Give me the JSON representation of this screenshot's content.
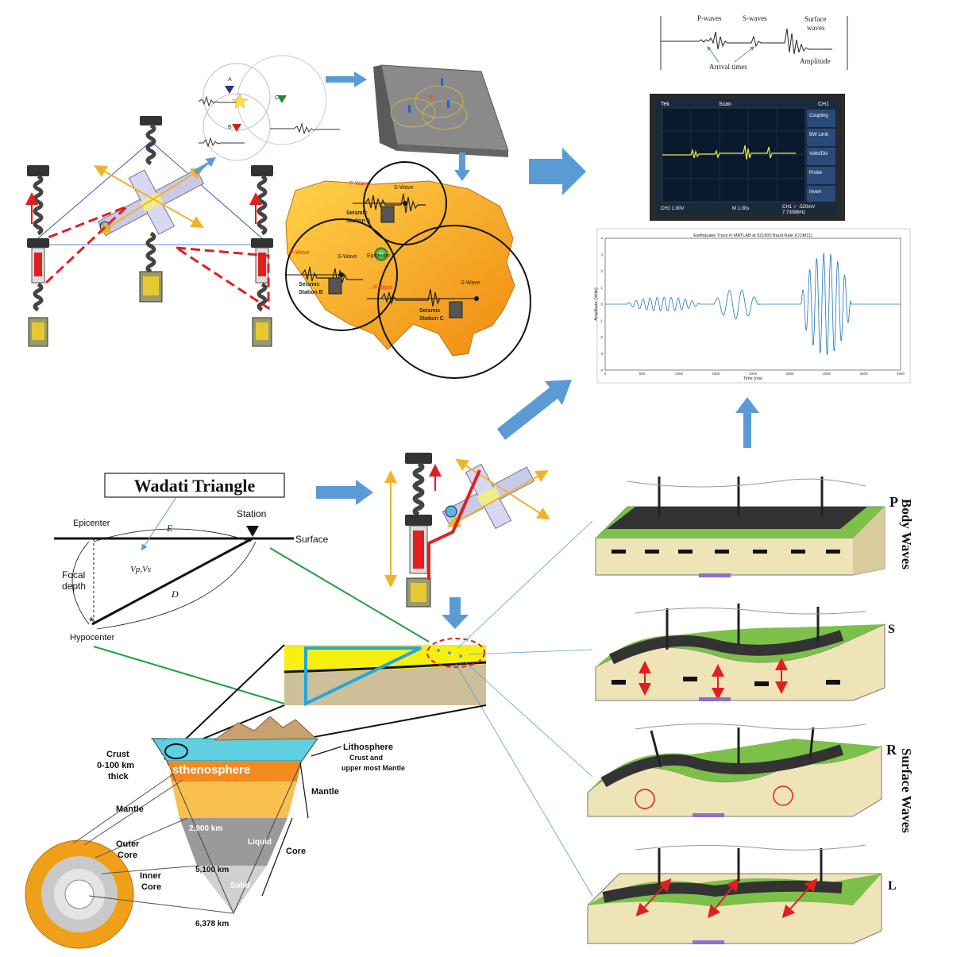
{
  "colors": {
    "arrow_blue": "#5b9bd5",
    "usa_orange": "#f5a623",
    "red_dash": "#e02020",
    "gold": "#f0b429",
    "green_line": "#20a040",
    "layer_cyan": "#4fc8d8",
    "grass": "#7cc04a",
    "soil": "#efe3b8"
  },
  "top_left_labels": {
    "station_a": "A",
    "station_b": "B",
    "station_c": "C"
  },
  "usa_map": {
    "p_wave_1": "P-Wave",
    "s_wave_1": "S-Wave",
    "station_a": [
      "Seismic",
      "Station A"
    ],
    "p_wave_2": "P-Wave",
    "s_wave_2": "S-Wave",
    "epicenter": "Epicenter",
    "station_b": [
      "Seismic",
      "Station B"
    ],
    "p_wave_3": "P-Wave",
    "s_wave_3": "S-Wave",
    "station_c": [
      "Seismic",
      "Station C"
    ]
  },
  "seismogram": {
    "p_waves": "P-waves",
    "s_waves": "S-waves",
    "surface_waves": [
      "Surface",
      "waves"
    ],
    "arrival_times": "Arrival times",
    "amplitude": "Amplitude"
  },
  "oscilloscope": {
    "brand": "Tek",
    "mode": "Scan",
    "channel": "CH1",
    "menu": [
      "Coupling",
      "BW Limit",
      "Volts/Div",
      "Probe",
      "Invert"
    ],
    "bottom_left": "CH1  1.00V",
    "bottom_mid": "M 1.00s",
    "bottom_right": [
      "CH1 ✓ -520mV",
      "7.73086Hz"
    ]
  },
  "wadati": {
    "title": "Wadati Triangle",
    "station": "Station",
    "epicenter": "Epicenter",
    "surface": "Surface",
    "e": "E",
    "vpvs": "Vp,Vs",
    "focal_depth": [
      "Focal",
      "depth"
    ],
    "d": "D",
    "hypocenter": "Hypocenter"
  },
  "earth": {
    "crust": [
      "Crust",
      "0-100 km",
      "thick"
    ],
    "asthenosphere": "Asthenosphere",
    "lithosphere": [
      "Lithosphere",
      "Crust and",
      "upper most Mantle"
    ],
    "mantle_right": "Mantle",
    "mantle_left": "Mantle",
    "depth_2900": "2,900 km",
    "liquid": "Liquid",
    "outer_core": [
      "Outer",
      "Core"
    ],
    "core": "Core",
    "depth_5100": "5,100 km",
    "inner_core": [
      "Inner",
      "Core"
    ],
    "solid": "Solid",
    "depth_6378": "6,378 km"
  },
  "waves": {
    "p": "P",
    "s": "S",
    "r": "R",
    "l": "L",
    "body_waves": "Body Waves",
    "surface_waves": "Surface Waves"
  },
  "chart_data": {
    "type": "line",
    "title": "Earthquake Trace in MATLAB at 921600 Baud Rate (COM11)",
    "xlabel": "Time (ms)",
    "ylabel": "Amplitude (Volts)",
    "xlim": [
      0,
      4000
    ],
    "ylim": [
      -4,
      4
    ],
    "xticks": [
      0,
      500,
      1000,
      1500,
      2000,
      2500,
      3000,
      3500,
      4000
    ],
    "yticks": [
      -4,
      -3,
      -2,
      -1,
      0,
      1,
      2,
      3,
      4
    ],
    "grid": false,
    "packets": [
      {
        "start": 300,
        "end": 1280,
        "amplitude": 0.42,
        "period": 95
      },
      {
        "start": 1470,
        "end": 2080,
        "amplitude": 0.9,
        "period": 170
      },
      {
        "start": 2650,
        "end": 3330,
        "amplitude": 3.1,
        "period": 95
      }
    ]
  }
}
